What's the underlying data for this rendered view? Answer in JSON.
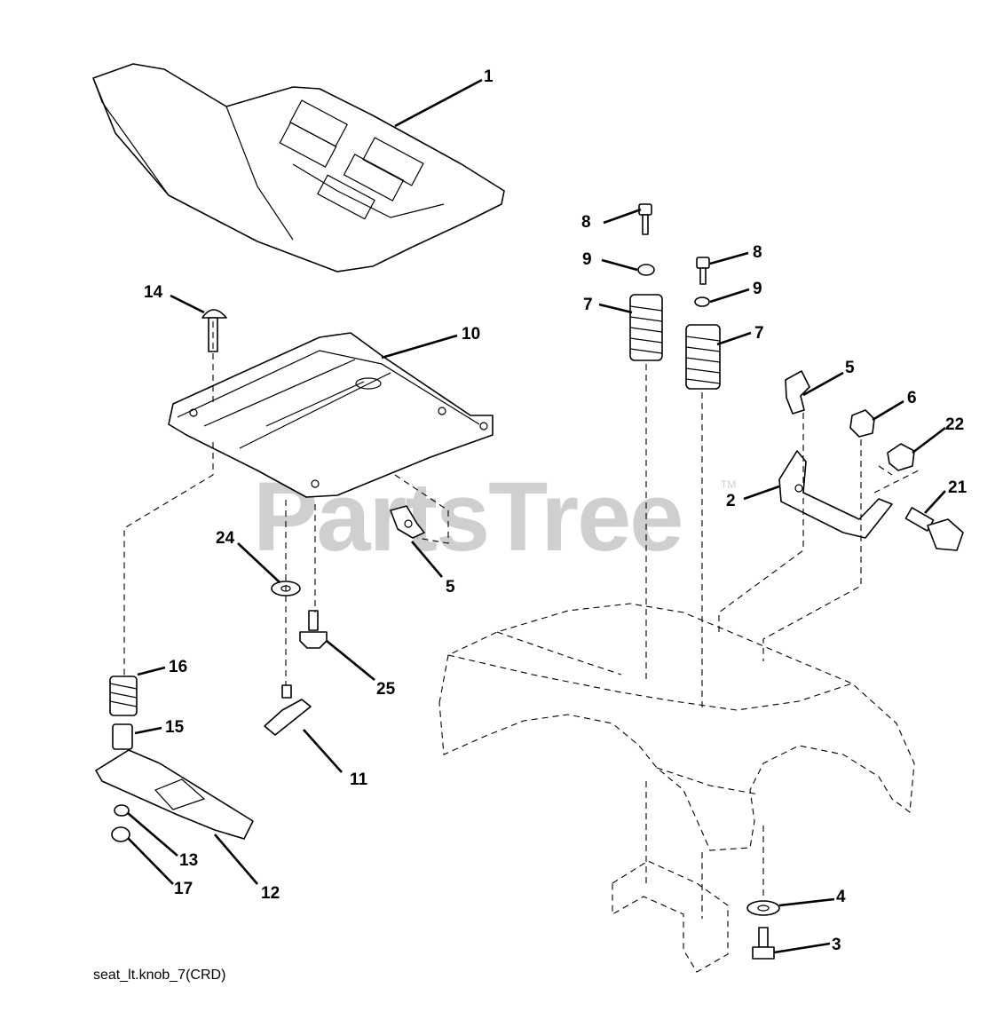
{
  "watermark": {
    "text": "PartsTree",
    "trademark": "TM"
  },
  "caption": "seat_lt.knob_7(CRD)",
  "callouts": {
    "c1": "1",
    "c2": "2",
    "c3": "3",
    "c4": "4",
    "c5a": "5",
    "c5b": "5",
    "c6": "6",
    "c7a": "7",
    "c7b": "7",
    "c8a": "8",
    "c8b": "8",
    "c9a": "9",
    "c9b": "9",
    "c10": "10",
    "c11": "11",
    "c12": "12",
    "c13": "13",
    "c14": "14",
    "c15": "15",
    "c16": "16",
    "c17": "17",
    "c21": "21",
    "c22": "22",
    "c24": "24",
    "c25": "25"
  }
}
